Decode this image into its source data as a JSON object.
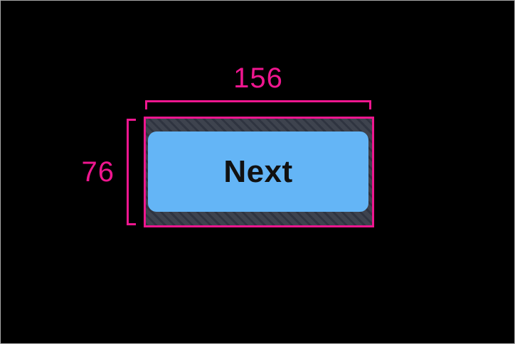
{
  "theme": {
    "canvas_bg": "#000000",
    "canvas_border": "#a9a9a9",
    "accent": "#ef168f",
    "hatch_base": "#3e434e",
    "hatch_stripe": "#2f3440",
    "button_fill": "#64b5f6",
    "button_text": "#111111"
  },
  "measurements": {
    "width": "156",
    "height": "76"
  },
  "button": {
    "label": "Next"
  }
}
